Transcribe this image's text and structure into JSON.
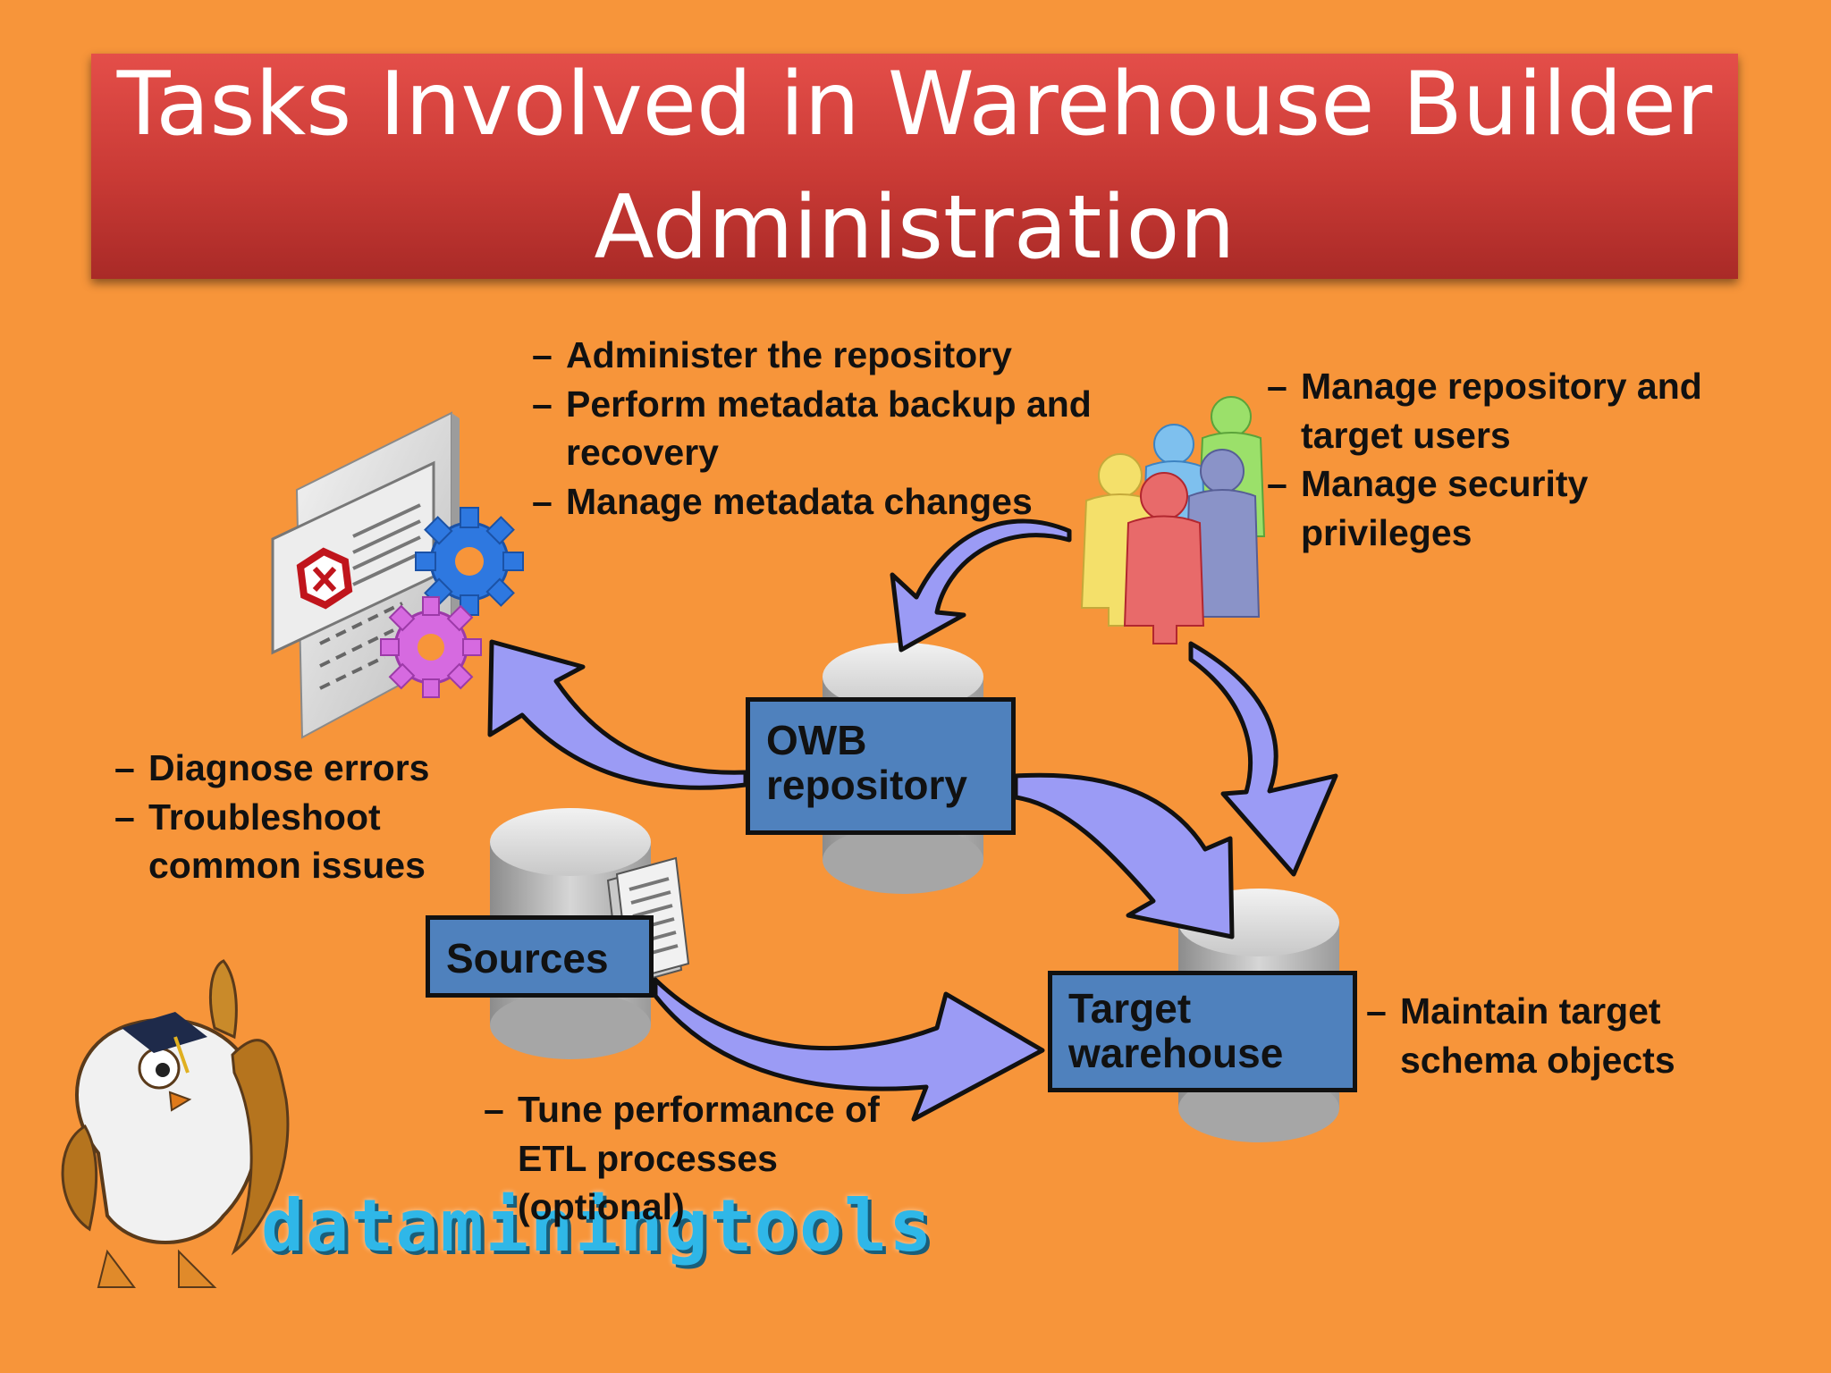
{
  "title": "Tasks Involved in Warehouse Builder Administration",
  "notes": {
    "repository_tasks": [
      "Administer the repository",
      "Perform metadata backup and recovery",
      "Manage metadata changes"
    ],
    "user_tasks": [
      "Manage repository and target users",
      "Manage security privileges"
    ],
    "diagnose_tasks": [
      "Diagnose errors",
      "Troubleshoot common issues"
    ],
    "target_tasks": [
      "Maintain target schema objects"
    ],
    "etl_tasks": [
      "Tune performance of ETL processes (optional)"
    ]
  },
  "boxes": {
    "owb": "OWB repository",
    "sources": "Sources",
    "target": "Target warehouse"
  },
  "watermark": "dataminingtools",
  "colors": {
    "background": "#F7953A",
    "title_bar": "#C93A35",
    "box_fill": "#4F81BD",
    "arrow_fill": "#9B9BF5"
  },
  "icons": [
    "error-report-icon",
    "gear-icon",
    "users-group-icon",
    "database-cylinder-icon",
    "document-icon",
    "owl-mascot-icon"
  ]
}
